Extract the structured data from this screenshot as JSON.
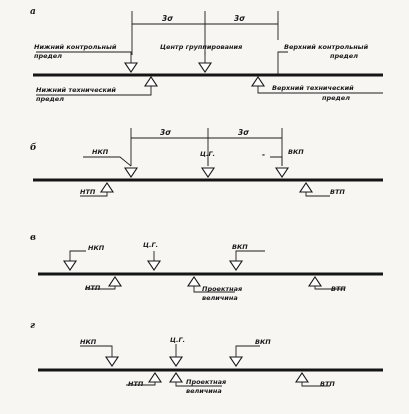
{
  "panels": [
    {
      "letter": "а",
      "dim_left": "3σ",
      "dim_right": "3σ",
      "lkl_line1": "Нижний контрольный",
      "lkl_line2": "предел",
      "center": "Центр группирования",
      "vkl_line1": "Верхний контрольный",
      "vkl_line2": "предел",
      "ltl_line1": "Нижний технический",
      "ltl_line2": "предел",
      "vtl_line1": "Верхний технический",
      "vtl_line2": "предел"
    },
    {
      "letter": "б",
      "dim_left": "3σ",
      "dim_right": "3σ",
      "nkl": "НКП",
      "center": "Ц.Г.",
      "dash": "-",
      "vkl": "ВКП",
      "ntl": "НТП",
      "vtl": "ВТП"
    },
    {
      "letter": "в",
      "nkl": "НКП",
      "center": "Ц.Г.",
      "vkl": "ВКП",
      "ntl": "НТП",
      "design_line1": "Проектная",
      "design_line2": "величина",
      "vtl": "ВТП"
    },
    {
      "letter": "г",
      "nkl": "НКП",
      "center": "Ц.Г.",
      "vkl": "ВКП",
      "ntl": "НТП",
      "design_line1": "Проектная",
      "design_line2": "величина",
      "vtl": "ВТП"
    }
  ]
}
